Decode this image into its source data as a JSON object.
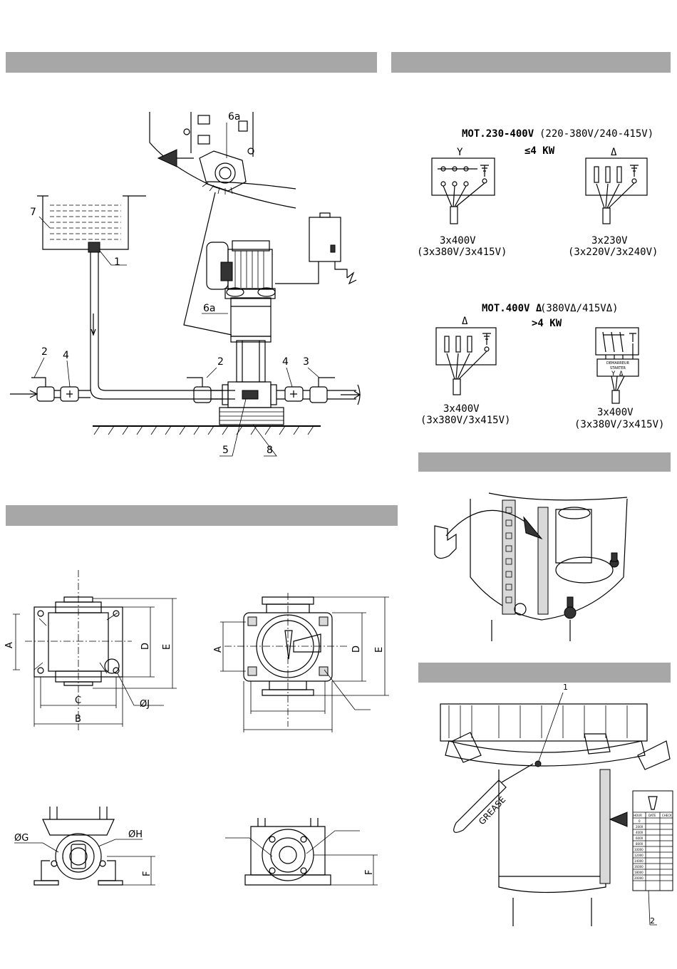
{
  "install": {
    "callouts": {
      "c6a_top": "6a",
      "c6a_mid": "6a",
      "c7": "7",
      "c1": "1",
      "c2_left": "2",
      "c4_left": "4",
      "c2_mid": "2",
      "c4_right": "4",
      "c3": "3",
      "c5": "5",
      "c8": "8"
    }
  },
  "wiring": {
    "mot1_title": "MOT.230-400V",
    "mot1_range": "(220-380V/240-415V)",
    "mot1_power": "≤4 KW",
    "star_symbol": "Y",
    "delta_symbol": "Δ",
    "box1_label": "3x400V",
    "box1_sub": "(3x380V/3x415V)",
    "box2_label": "3x230V",
    "box2_sub": "(3x220V/3x240V)",
    "mot2_title": "MOT.400V Δ",
    "mot2_range": "(380VΔ/415VΔ)",
    "mot2_power": ">4 KW",
    "box3_label": "3x400V",
    "box3_sub": "(3x380V/3x415V)",
    "starter_text1": "DEMARREUR",
    "starter_text2": "STARTER",
    "starter_symbol": "Y Δ",
    "box4_label": "3x400V",
    "box4_sub": "(3x380V/3x415V)"
  },
  "dimensions": {
    "A1": "A",
    "B": "B",
    "C": "C",
    "D1": "D",
    "E1": "E",
    "J": "ØJ",
    "A2": "A",
    "D2": "D",
    "E2": "E",
    "G": "ØG",
    "H": "ØH",
    "F1": "F",
    "F2": "F"
  },
  "grease": {
    "callout1": "1",
    "callout2": "2",
    "tube_label": "GREASE",
    "table_headers": [
      "HOUR",
      "DATE",
      "CHECK"
    ],
    "table_hours": [
      "0",
      "2000",
      "4000",
      "6000",
      "8000",
      "10000",
      "12000",
      "14000",
      "16000",
      "18000",
      "20000"
    ]
  }
}
